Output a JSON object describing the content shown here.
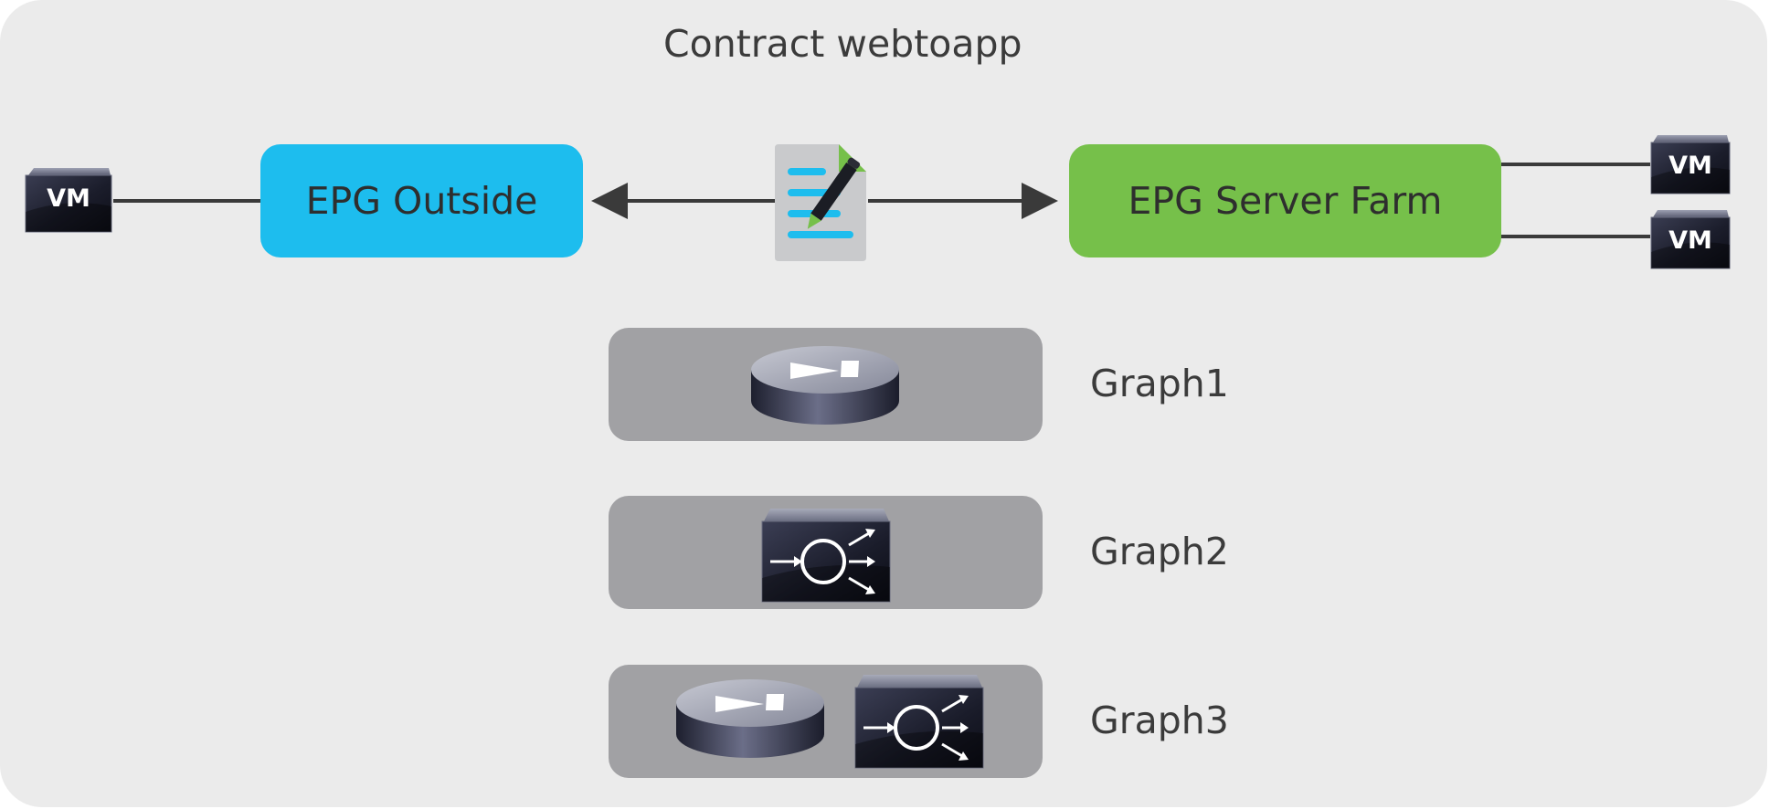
{
  "diagram": {
    "title": "Contract webtoapp",
    "epg_outside": {
      "label": "EPG Outside",
      "color": "#1dbdee"
    },
    "epg_server_farm": {
      "label": "EPG Server Farm",
      "color": "#76c04a"
    },
    "vm_label": "VM",
    "contract_icon": "contract-document-pen-icon",
    "graphs": [
      {
        "label": "Graph1",
        "devices": [
          "firewall-icon"
        ]
      },
      {
        "label": "Graph2",
        "devices": [
          "load-balancer-icon"
        ]
      },
      {
        "label": "Graph3",
        "devices": [
          "firewall-icon",
          "load-balancer-icon"
        ]
      }
    ],
    "colors": {
      "background": "#ebebeb",
      "graph_box": "#a1a1a4",
      "connector": "#3a3a3a"
    }
  }
}
